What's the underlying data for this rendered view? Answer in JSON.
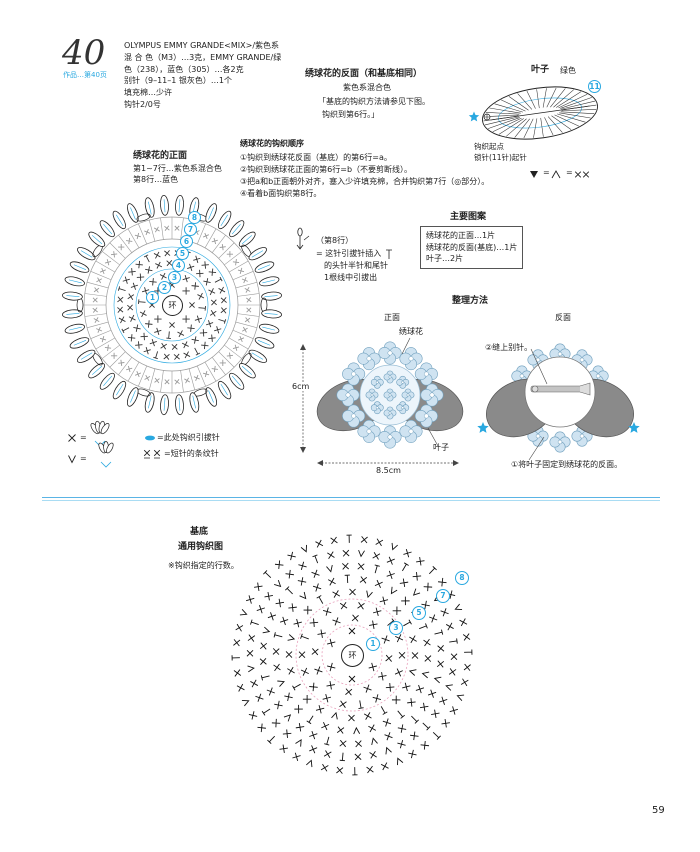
{
  "page": {
    "number": "59"
  },
  "header": {
    "pattern_no": "40",
    "ref": "作品…第40页"
  },
  "materials": [
    "OLYMPUS  EMMY GRANDE<MIX>/紫色系",
    "混 合 色（M3）…3克，EMMY GRANDE/绿",
    "色（238），蓝色（305）…各2克",
    "别针（9–11–1 银灰色）…1个",
    "填充棉…少许",
    "钩针2/0号"
  ],
  "back": {
    "title": "绣球花的反面（和基底相同）",
    "color": "紫色系混合色",
    "note": [
      "「基底的钩织方法请参见下图。",
      "钩织到第6行。」"
    ]
  },
  "leaf": {
    "title": "叶子",
    "color": "绿色",
    "start": "钩织起点",
    "chain": "锁针(11针)起针",
    "row_numbers": [
      "11"
    ],
    "legend_eq": [
      "=",
      "="
    ]
  },
  "order": {
    "title": "绣球花的钩织顺序",
    "steps": [
      "①钩织到绣球花反面（基底）的第6行=a。",
      "②钩织到绣球花正面的第6行=b（不要剪断线）。",
      "③把a和b正面朝外对齐，塞入少许填充棉，合并钩织第7行（◎部分）。",
      "④看着b面钩织第8行。"
    ]
  },
  "front": {
    "title": "绣球花的正面",
    "rows": [
      "第1~7行…紫色系混合色",
      "第8行…蓝色"
    ],
    "center": "环",
    "row_numbers": [
      "8",
      "7",
      "6",
      "5",
      "4",
      "3",
      "2",
      "1"
    ]
  },
  "row8_note": [
    "（第8行）",
    "= 这针引拔针插入",
    "的头针半针和尾针",
    "1根线中引拔出"
  ],
  "main_motifs": {
    "title": "主要图案",
    "items": [
      "绣球花的正面…1片",
      "绣球花的反面(基底)…1片",
      "叶子…2片"
    ]
  },
  "finishing": {
    "title": "整理方法",
    "front": "正面",
    "back": "反面",
    "flower_label": "绣球花",
    "height": "6cm",
    "width": "8.5cm",
    "leaf_label": "叶子",
    "step2": "②缝上别针。",
    "step1": "①将叶子固定到绣球花的反面。"
  },
  "legend": {
    "eq": "=",
    "slip": "=此处钩织引拔针",
    "stripe": "=短针的条纹针"
  },
  "base": {
    "title": "基底",
    "subtitle": "通用钩织图",
    "note": "※钩织指定的行数。",
    "center": "环",
    "row_numbers": [
      "1",
      "3",
      "5",
      "7",
      "8"
    ]
  },
  "colors": {
    "accent": "#29a8e0",
    "leaf_gray": "#8a8a8a",
    "flower_blue": "#cfe3f1",
    "guide_pink": "#e8a2bd",
    "band_gray": "#9a9a9a"
  },
  "icons": [
    "star-icon",
    "slip-stitch-icon",
    "brooch-pin-icon"
  ]
}
